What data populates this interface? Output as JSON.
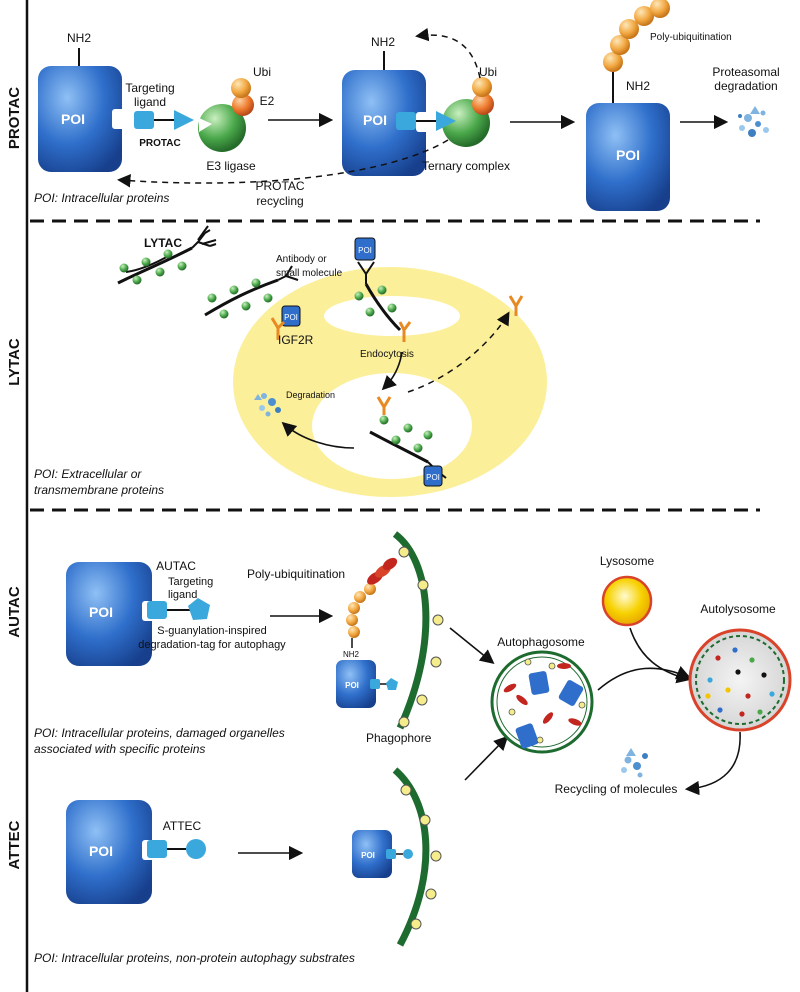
{
  "sections": {
    "protac": "PROTAC",
    "lytac": "LYTAC",
    "autac": "AUTAC",
    "attec": "ATTEC"
  },
  "labels": {
    "poi": "POI",
    "poi_small": "POI",
    "nh2": "NH2",
    "ubi": "Ubi",
    "e2": "E2",
    "targeting_ligand": [
      "Targeting",
      "ligand"
    ],
    "protac_tag": "PROTAC",
    "e3_ligase": "E3 ligase",
    "ternary_complex": "Ternary complex",
    "protac_recycling": [
      "PROTAC",
      "recycling"
    ],
    "poly_ubiquitination_small": "Poly-ubiquitination",
    "proteasomal_degradation": [
      "Proteasomal",
      "degradation"
    ],
    "lytac_tag": "LYTAC",
    "antibody_or_small_molecule": [
      "Antibody or",
      "small molecule"
    ],
    "igf2r": "IGF2R",
    "endocytosis": "Endocytosis",
    "degradation": "Degradation",
    "autac_tag": "AUTAC",
    "s_guanylation": [
      "S-guanylation-inspired",
      "degradation-tag for autophagy"
    ],
    "poly_ubiquitination": "Poly-ubiquitination",
    "nh2_small": "NH2",
    "lysosome": "Lysosome",
    "autolysosome": "Autolysosome",
    "autophagosome": "Autophagosome",
    "phagophore": "Phagophore",
    "recycling_of_molecules": "Recycling of molecules",
    "attec_tag": "ATTEC"
  },
  "notes": {
    "protac": "POI: Intracellular proteins",
    "lytac": [
      "POI: Extracellular or",
      "transmembrane proteins"
    ],
    "autac": [
      "POI: Intracellular proteins, damaged organelles",
      "associated with specific proteins"
    ],
    "attec": "POI: Intracellular proteins, non-protein autophagy substrates"
  },
  "colors": {
    "poi_blue": "#2a63bb",
    "ligand_blue": "#3aa7dd",
    "e3_green": "#4aa84a",
    "ubi_orange": "#f2a842",
    "lysosome_yellow": "#f5c400",
    "membrane_green": "#1e6b2f",
    "autolysosome_red": "#d8432a",
    "cytoplasm_yellow": "#fbef9a"
  }
}
